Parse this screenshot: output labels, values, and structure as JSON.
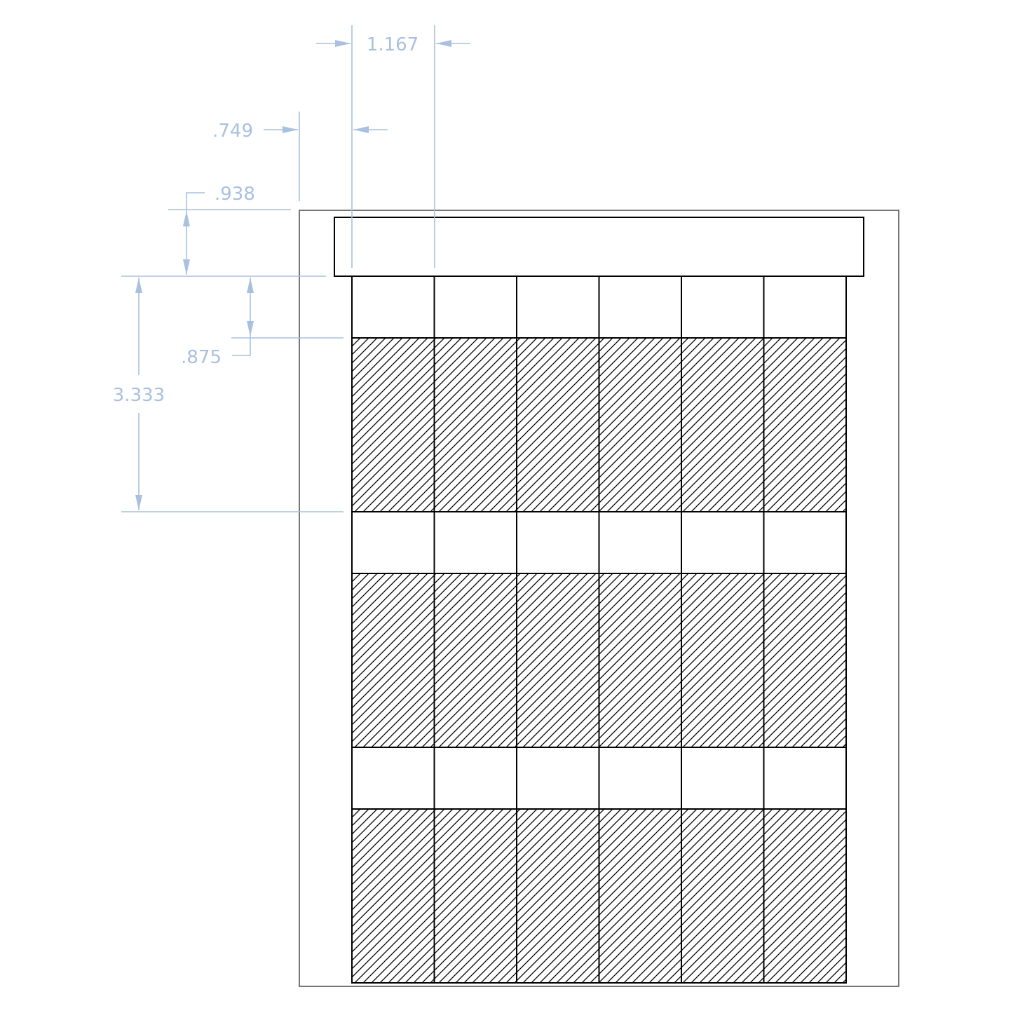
{
  "colors": {
    "dimension": "#a9c0de",
    "part": "#000000",
    "frame": "#555555"
  },
  "dimensions": {
    "column_width": "1.167",
    "left_offset": ".749",
    "top_bar_height": ".938",
    "gap_height": ".875",
    "cell_pitch": "3.333"
  },
  "grid": {
    "columns": 6,
    "hatched_rows": 3
  }
}
